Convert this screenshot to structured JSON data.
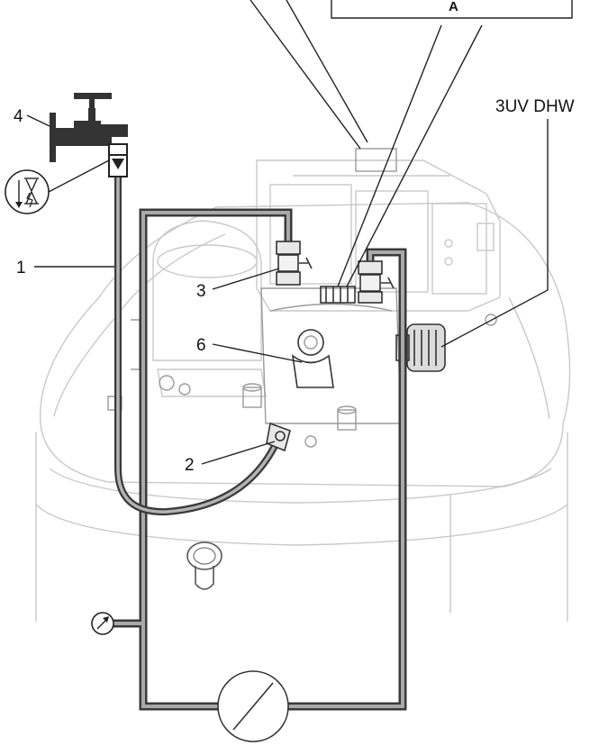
{
  "labels": {
    "tap": "4",
    "hose": "1",
    "connector_upper": "3",
    "pump": "6",
    "drain": "2",
    "valve": "3UV DHW",
    "box_top": "A"
  }
}
